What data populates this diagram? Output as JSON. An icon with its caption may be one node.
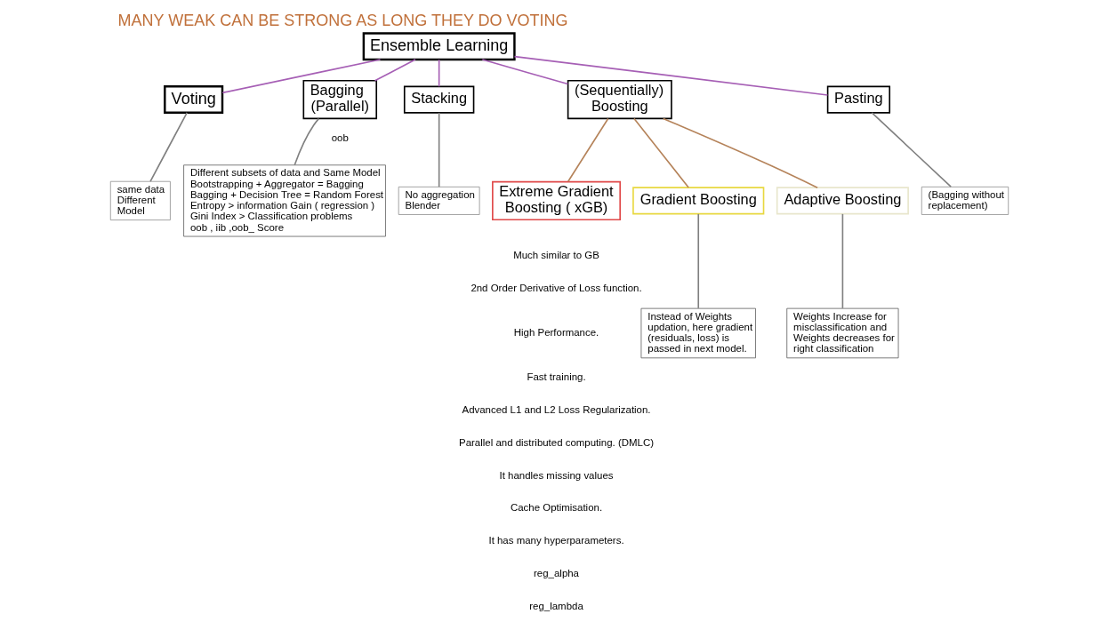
{
  "diagram": {
    "title": "MANY WEAK CAN BE STRONG AS LONG THEY DO VOTING",
    "nodes": [
      {
        "text": [
          "Ensemble Learning"
        ]
      },
      {
        "text": [
          "Voting"
        ]
      },
      {
        "text": [
          "same data",
          "Different",
          "Model"
        ]
      },
      {
        "text": [
          "Bagging",
          "(Parallel)"
        ]
      },
      {
        "text": [
          "Stacking"
        ]
      },
      {
        "text": [
          "No aggregation",
          "Blender"
        ]
      },
      {
        "text": [
          "(Sequentially)",
          "Boosting"
        ]
      },
      {
        "text": [
          "Extreme Gradient Boosting ( xGB)"
        ]
      },
      {
        "text": [
          "Pasting"
        ]
      },
      {
        "text": [
          "(Bagging without replacement)"
        ]
      },
      {
        "text": [
          "Gradient Boosting"
        ]
      },
      {
        "text": [
          "Adaptive Boosting"
        ]
      },
      {
        "text": [
          "Weights Increase for misclassification and Weights decreases for right classification"
        ]
      },
      {
        "text": [
          "Instead of Weights updation, here gradient (residuals, loss) is passed in next model."
        ]
      },
      {
        "text": [
          "Different subsets of data and Same Model",
          "Bootstrapping + Aggregator = Bagging",
          "Bagging + Decision Tree = Random Forest",
          "Entropy > information Gain ( regression )",
          "Gini Index > Classification problems",
          "oob , iib ,oob_ Score"
        ]
      }
    ],
    "edges": [
      {
        "from": 0,
        "to": 1,
        "arrow": "none",
        "color": "#a65fb5"
      },
      {
        "from": 0,
        "to": 3,
        "arrow": "none",
        "color": "#a65fb5"
      },
      {
        "from": 0,
        "to": 8,
        "arrow": "none",
        "color": "#a65fb5"
      },
      {
        "from": 0,
        "to": 4,
        "arrow": "none",
        "color": "#a65fb5"
      },
      {
        "from": 0,
        "to": 6,
        "arrow": "none",
        "color": "#a65fb5"
      },
      {
        "from": 1,
        "to": 2,
        "arrow": "none"
      },
      {
        "from": 4,
        "to": 5,
        "arrow": "none"
      },
      {
        "from": 8,
        "to": 9,
        "arrow": "none"
      },
      {
        "from": 3,
        "to": 14,
        "arrow": "none"
      },
      {
        "from": 6,
        "to": 11,
        "arrow": "none",
        "color": "#b5835a"
      },
      {
        "from": 6,
        "to": 10,
        "arrow": "none",
        "color": "#b5835a"
      },
      {
        "from": 6,
        "to": 7,
        "arrow": "none",
        "color": "#b5835a"
      },
      {
        "from": 11,
        "to": 12,
        "arrow": "none"
      },
      {
        "from": 10,
        "to": 13,
        "arrow": "none"
      }
    ],
    "labels": [
      "oob",
      "Much similar to GB",
      "2nd Order Derivative of Loss function.",
      "High Performance.",
      "Fast training.",
      "Advanced L1 and L2 Loss Regularization.",
      "Parallel and distributed computing. (DMLC)",
      "It handles missing values",
      "Cache Optimisation.",
      "It has many hyperparameters.",
      "reg_alpha",
      "reg_lambda"
    ]
  }
}
